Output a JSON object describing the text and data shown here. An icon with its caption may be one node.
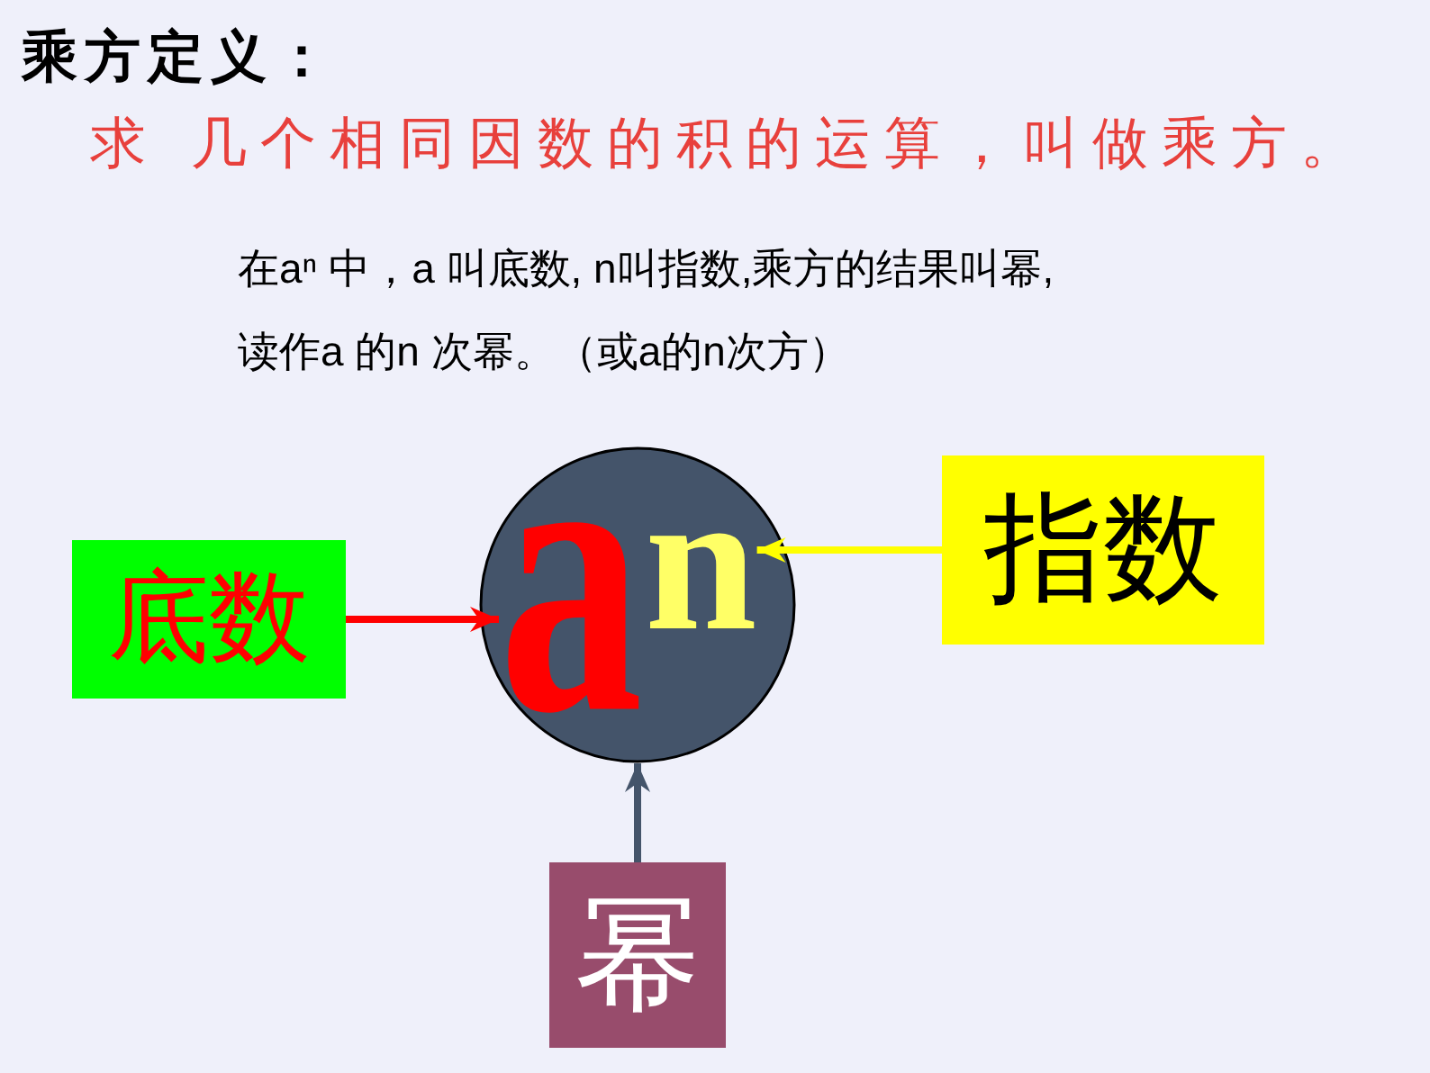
{
  "diagram": {
    "title": "乘方定义：",
    "nodes": [
      {
        "text": [
          "底数"
        ]
      },
      {
        "text": [],
        "shape": "circle"
      },
      {
        "text": [
          "a"
        ],
        "in": 1
      },
      {
        "text": [
          "n"
        ],
        "in": 1
      },
      {
        "text": [
          "指数"
        ]
      },
      {
        "text": [
          "幂"
        ]
      }
    ],
    "edges": [
      {
        "from": 0,
        "to": 2,
        "arrow": "to",
        "color": "#ff0000"
      },
      {
        "from": 4,
        "to": 3,
        "arrow": "to",
        "color": "#ffff00"
      },
      {
        "from": 5,
        "to": 1,
        "arrow": "to",
        "color": "#44546a"
      }
    ],
    "labels": [
      "求 几个相同因数的积的运算，叫做乘方。",
      "在aⁿ 中，a 叫底数, n叫指数,乘方的结果叫幂,读作a 的n 次幂。（或a的n次方）"
    ]
  }
}
